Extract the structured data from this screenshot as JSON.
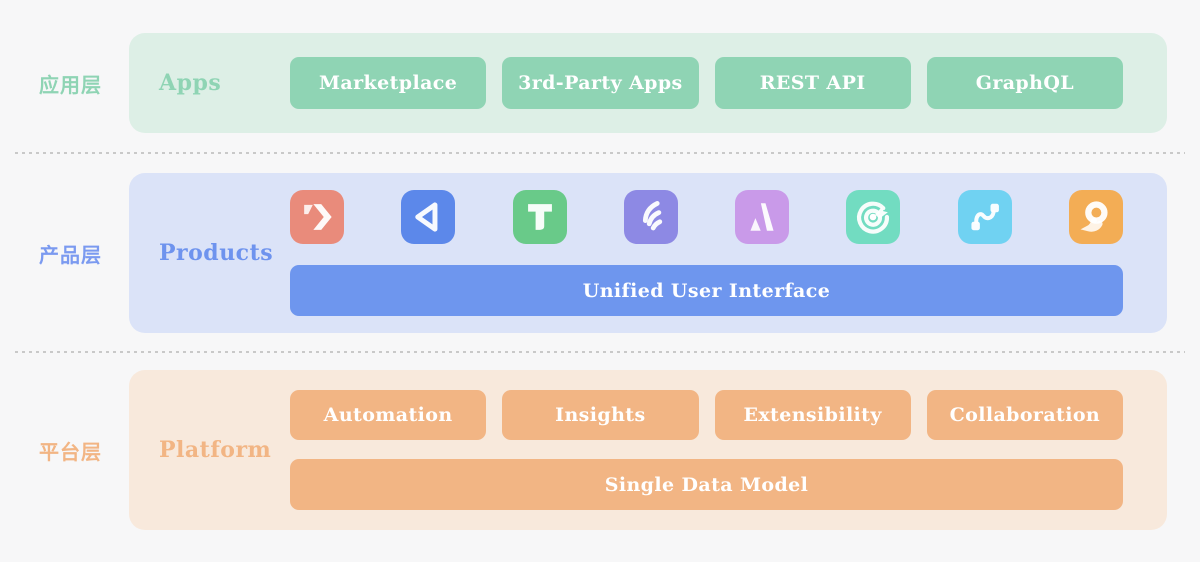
{
  "diagram": {
    "background_color": "#f7f7f8",
    "divider_color": "#c9c9c9",
    "layers": [
      {
        "name": "apps",
        "side_label": "应用层",
        "title": "Apps",
        "accent_color": "#8fd4b4",
        "container_color": "#ddefe6",
        "items": [
          "Marketplace",
          "3rd-Party Apps",
          "REST API",
          "GraphQL"
        ]
      },
      {
        "name": "products",
        "side_label": "产品层",
        "title": "Products",
        "accent_color": "#6e96ee",
        "container_color": "#dbe3f8",
        "product_icons": [
          {
            "name": "arrow-chevron-icon",
            "color": "#e98b7b"
          },
          {
            "name": "triangle-play-icon",
            "color": "#5c88ea"
          },
          {
            "name": "letter-t-icon",
            "color": "#69ca89"
          },
          {
            "name": "feather-icon",
            "color": "#8d89e4"
          },
          {
            "name": "mountain-a-icon",
            "color": "#c99ae9"
          },
          {
            "name": "target-dart-icon",
            "color": "#72dcc1"
          },
          {
            "name": "connector-curve-icon",
            "color": "#70d2f2"
          },
          {
            "name": "q-loop-icon",
            "color": "#f3ad55"
          }
        ],
        "bar_label": "Unified User Interface"
      },
      {
        "name": "platform",
        "side_label": "平台层",
        "title": "Platform",
        "accent_color": "#f2b584",
        "container_color": "#f8e9dc",
        "items": [
          "Automation",
          "Insights",
          "Extensibility",
          "Collaboration"
        ],
        "bar_label": "Single Data Model"
      }
    ]
  }
}
